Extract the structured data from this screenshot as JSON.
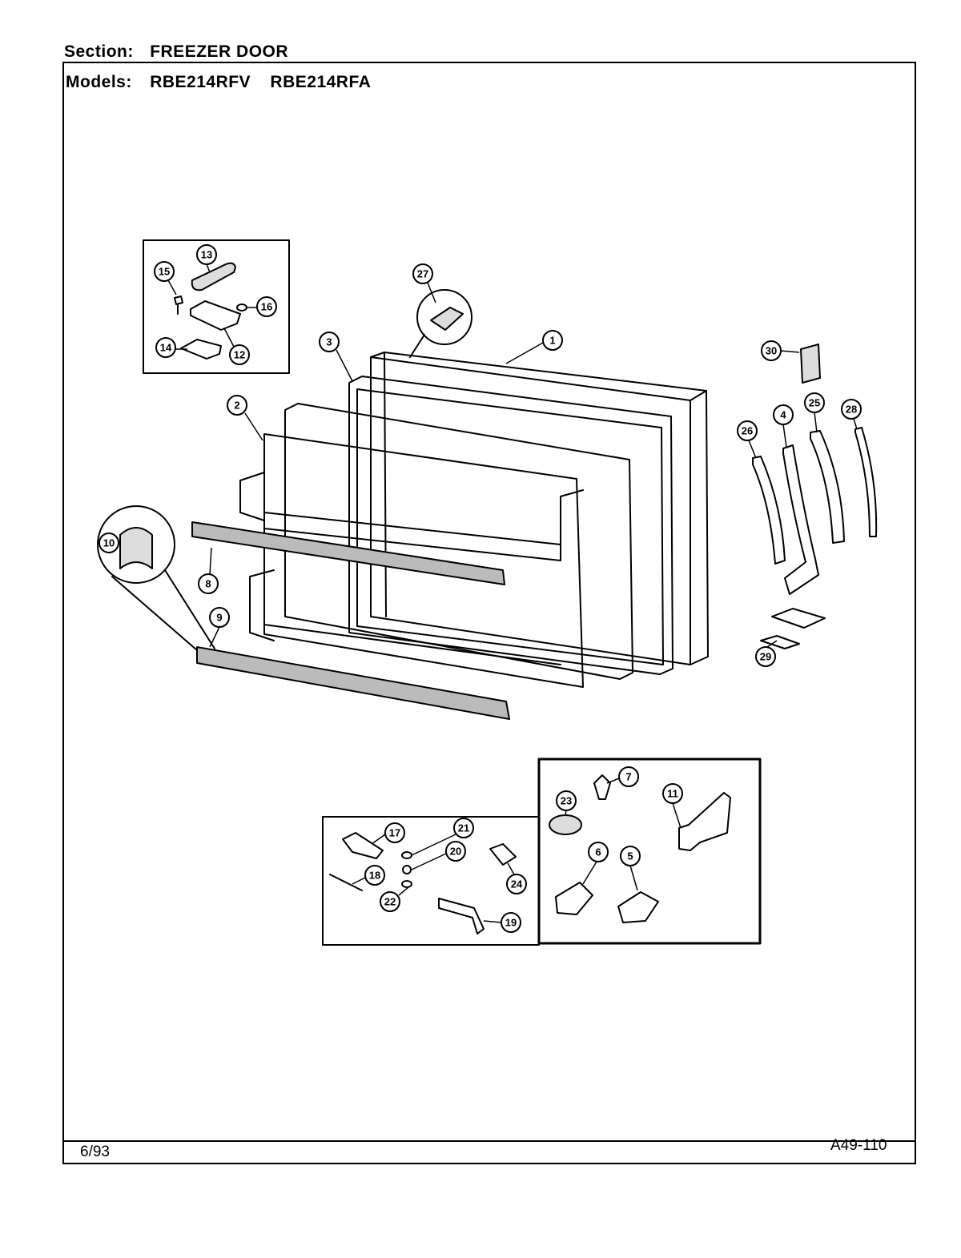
{
  "header": {
    "section_label": "Section:",
    "section_value": "FREEZER DOOR",
    "models_label": "Models:",
    "models": [
      "RBE214RFV",
      "RBE214RFA"
    ]
  },
  "footer": {
    "date": "6/93",
    "code": "A49-110"
  },
  "callouts": [
    "1",
    "2",
    "3",
    "4",
    "5",
    "6",
    "7",
    "8",
    "9",
    "10",
    "11",
    "12",
    "13",
    "14",
    "15",
    "16",
    "17",
    "18",
    "19",
    "20",
    "21",
    "22",
    "23",
    "24",
    "25",
    "26",
    "27",
    "28",
    "29",
    "30"
  ]
}
